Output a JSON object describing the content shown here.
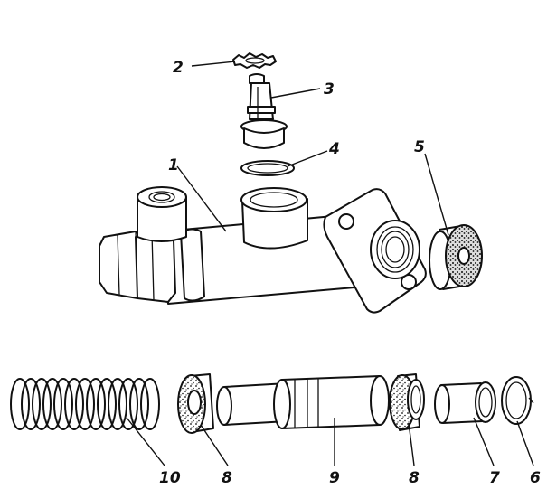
{
  "callouts": {
    "c1": "1",
    "c2": "2",
    "c3": "3",
    "c4": "4",
    "c5": "5",
    "c6": "6",
    "c7": "7",
    "c8a": "8",
    "c8b": "8",
    "c9": "9",
    "c10": "10"
  },
  "ink_color": "#111111",
  "background_color": "#ffffff"
}
